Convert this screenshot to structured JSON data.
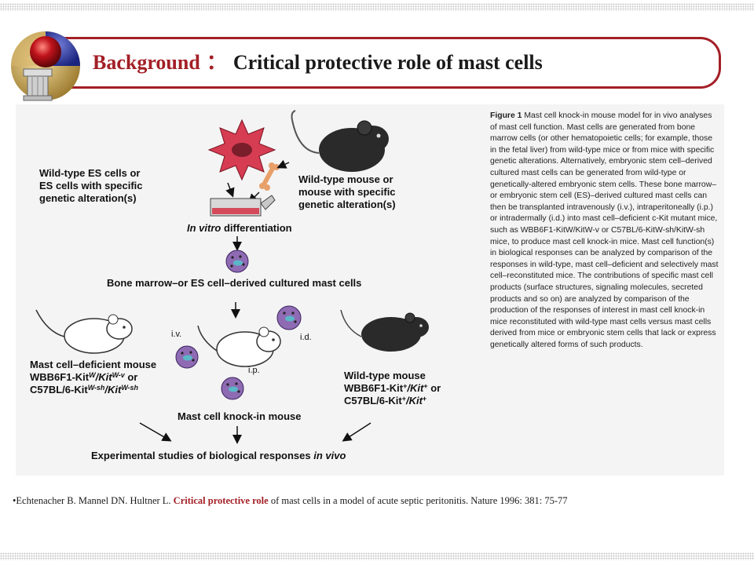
{
  "header": {
    "title_prefix": "Background",
    "separator": "：",
    "title": "Critical protective role of mast cells",
    "accent_color": "#a31f26"
  },
  "figure": {
    "labels": {
      "es_cells_line1": "Wild-type ES cells or",
      "es_cells_line2": "ES cells with specific",
      "es_cells_line3": "genetic alteration(s)",
      "wt_mouse_line1": "Wild-type mouse or",
      "wt_mouse_line2": "mouse with specific",
      "wt_mouse_line3": "genetic alteration(s)",
      "in_vitro_italic": "In vitro",
      "in_vitro_rest": " differentiation",
      "cultured_cells": "Bone marrow–or ES cell–derived cultured mast cells",
      "deficient_line1": "Mast cell–deficient mouse",
      "deficient_line2": "WBB6F1-Kit",
      "deficient_line3": "C57BL/6-Kit",
      "wildtype_line1": "Wild-type mouse",
      "wildtype_line2": "WBB6F1-Kit",
      "wildtype_line3": "C57BL/6-Kit",
      "route_iv": "i.v.",
      "route_ip": "i.p.",
      "route_id": "i.d.",
      "knockin": "Mast cell knock-in mouse",
      "experimental": "Experimental studies of biological responses ",
      "experimental_italic": "in vivo"
    },
    "caption": {
      "label": "Figure 1",
      "text": "Mast cell knock-in mouse model for in vivo analyses of mast cell function. Mast cells are generated from bone marrow cells (or other hematopoietic cells; for example, those in the fetal liver) from wild-type mice or from mice with specific genetic alterations. Alternatively, embryonic stem cell–derived cultured mast cells can be generated from wild-type or genetically-altered embryonic stem cells. These bone marrow– or embryonic stem cell (ES)–derived cultured mast cells can then be transplanted intravenously (i.v.), intraperitoneally (i.p.) or intradermally (i.d.) into mast cell–deficient c-Kit mutant mice, such as WBB6F1-KitW/KitW-v or C57BL/6-KitW-sh/KitW-sh mice, to produce mast cell knock-in mice. Mast cell function(s) in biological responses can be analyzed by comparison of the responses in wild-type, mast cell–deficient and selectively mast cell–reconstituted mice. The contributions of specific mast cell products (surface structures, signaling molecules, secreted products and so on) are analyzed by comparison of the production of the responses of interest in mast cell knock-in mice reconstituted with wild-type mast cells versus mast cells derived from mice or embryonic stem cells that lack or express genetically altered forms of such products."
    }
  },
  "citation": {
    "bullet": "•",
    "before": "Echtenacher B. Mannel DN. Hultner L. ",
    "highlight": "Critical protective role",
    "after": " of mast cells in a model of acute septic peritonitis. Nature 1996: 381: 75-77"
  }
}
